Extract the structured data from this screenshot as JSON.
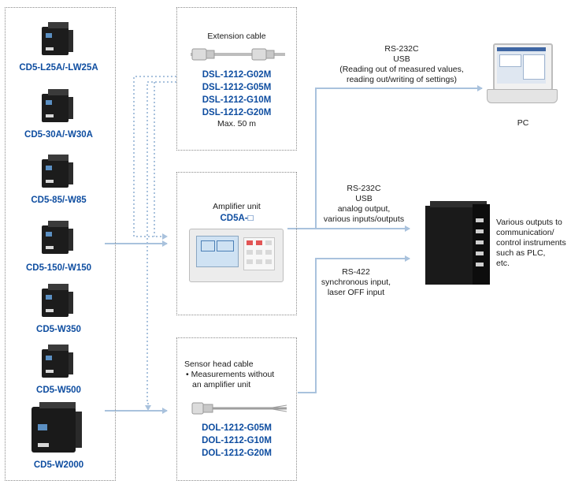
{
  "colors": {
    "accent_blue": "#0e4da0",
    "connector_line": "#a9c2dd",
    "box_border": "#8a8a8a"
  },
  "sensor_models": [
    "CD5-L25A/-LW25A",
    "CD5-30A/-W30A",
    "CD5-85/-W85",
    "CD5-150/-W150",
    "CD5-W350",
    "CD5-W500",
    "CD5-W2000"
  ],
  "extension_cable": {
    "title": "Extension cable",
    "codes": [
      "DSL-1212-G02M",
      "DSL-1212-G05M",
      "DSL-1212-G10M",
      "DSL-1212-G20M"
    ],
    "note": "Max. 50 m"
  },
  "amplifier": {
    "title": "Amplifier unit",
    "code": "CD5A-□"
  },
  "sensor_head_cable": {
    "title": "Sensor head cable",
    "bullet": "• Measurements without",
    "bullet_cont": "an amplifier unit",
    "codes": [
      "DOL-1212-G05M",
      "DOL-1212-G10M",
      "DOL-1212-G20M"
    ]
  },
  "pc_link": {
    "line1": "RS-232C",
    "line2": "USB",
    "line3": "(Reading out of measured values,",
    "line4": "reading out/writing of settings)"
  },
  "pc_label": "PC",
  "plc_link": {
    "line1": "RS-232C",
    "line2": "USB",
    "line3": "analog output,",
    "line4": "various inputs/outputs"
  },
  "rs422_link": {
    "line1": "RS-422",
    "line2": "synchronous input,",
    "line3": "laser OFF input"
  },
  "outputs_note": {
    "line1": "Various outputs to",
    "line2": "communication/",
    "line3": "control instruments",
    "line4": "such as PLC,",
    "line5": "etc."
  }
}
